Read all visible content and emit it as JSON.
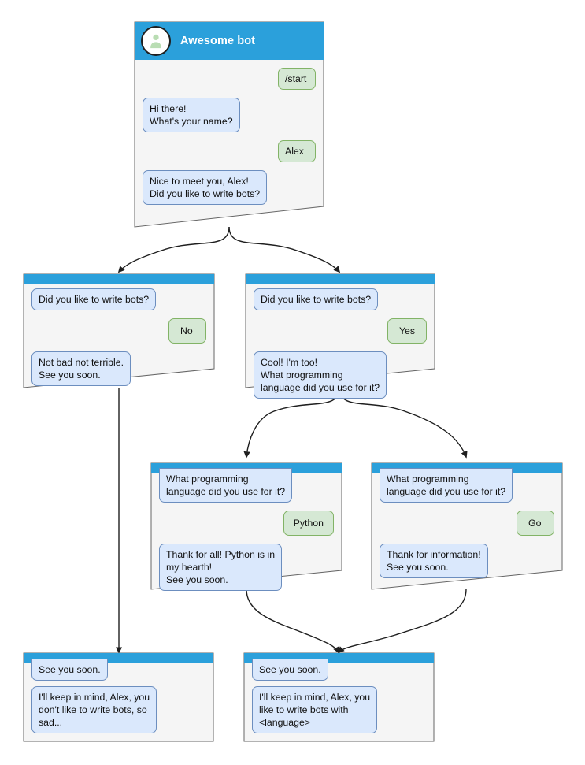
{
  "diagram": {
    "title": "Awesome bot conversation flow",
    "colors": {
      "titlebar": "#2BA0DB",
      "bot_bubble_fill": "#dae8fc",
      "bot_bubble_border": "#6c8ebf",
      "user_bubble_fill": "#d5e8d4",
      "user_bubble_border": "#82b366",
      "card_fill": "#f5f5f5",
      "card_border": "#666666",
      "edge": "#1f1f1f"
    },
    "nodes": [
      {
        "id": "start",
        "header": {
          "title": "Awesome bot",
          "avatar": "person-avatar-icon"
        },
        "messages": [
          {
            "side": "right",
            "role": "user",
            "text": "/start"
          },
          {
            "side": "left",
            "role": "bot",
            "text": "Hi there!\nWhat's your name?"
          },
          {
            "side": "right",
            "role": "user",
            "text": "Alex"
          },
          {
            "side": "left",
            "role": "bot",
            "text": "Nice to meet you, Alex!\nDid you like to write bots?"
          }
        ]
      },
      {
        "id": "no-branch",
        "header": {
          "title": ""
        },
        "messages": [
          {
            "side": "left",
            "role": "bot",
            "text": "Did you like to write bots?"
          },
          {
            "side": "right",
            "role": "user",
            "text": "No"
          },
          {
            "side": "left",
            "role": "bot",
            "text": "Not bad not terrible.\nSee you soon."
          }
        ]
      },
      {
        "id": "yes-branch",
        "header": {
          "title": ""
        },
        "messages": [
          {
            "side": "left",
            "role": "bot",
            "text": "Did you like to write bots?"
          },
          {
            "side": "right",
            "role": "user",
            "text": "Yes"
          },
          {
            "side": "left",
            "role": "bot",
            "text": "Cool! I'm too!\nWhat programming\nlanguage did you use for it?"
          }
        ]
      },
      {
        "id": "python-branch",
        "header": {
          "title": ""
        },
        "messages": [
          {
            "side": "left",
            "role": "bot",
            "text": "What programming\nlanguage did you use for it?"
          },
          {
            "side": "right",
            "role": "user",
            "text": "Python"
          },
          {
            "side": "left",
            "role": "bot",
            "text": "Thank for all! Python is in\nmy hearth!\nSee you soon."
          }
        ]
      },
      {
        "id": "go-branch",
        "header": {
          "title": ""
        },
        "messages": [
          {
            "side": "left",
            "role": "bot",
            "text": "What programming\nlanguage did you use for it?"
          },
          {
            "side": "right",
            "role": "user",
            "text": "Go"
          },
          {
            "side": "left",
            "role": "bot",
            "text": "Thank for information!\nSee you soon."
          }
        ]
      },
      {
        "id": "end-no",
        "header": {
          "title": ""
        },
        "messages": [
          {
            "side": "left",
            "role": "bot",
            "text": "See you soon."
          },
          {
            "side": "left",
            "role": "bot",
            "text": "I'll keep in mind, Alex, you\ndon't like to write bots, so\nsad..."
          }
        ]
      },
      {
        "id": "end-yes",
        "header": {
          "title": ""
        },
        "messages": [
          {
            "side": "left",
            "role": "bot",
            "text": "See you soon."
          },
          {
            "side": "left",
            "role": "bot",
            "text": "I'll keep in mind, Alex, you\nlike to write bots with\n<language>"
          }
        ]
      }
    ]
  }
}
